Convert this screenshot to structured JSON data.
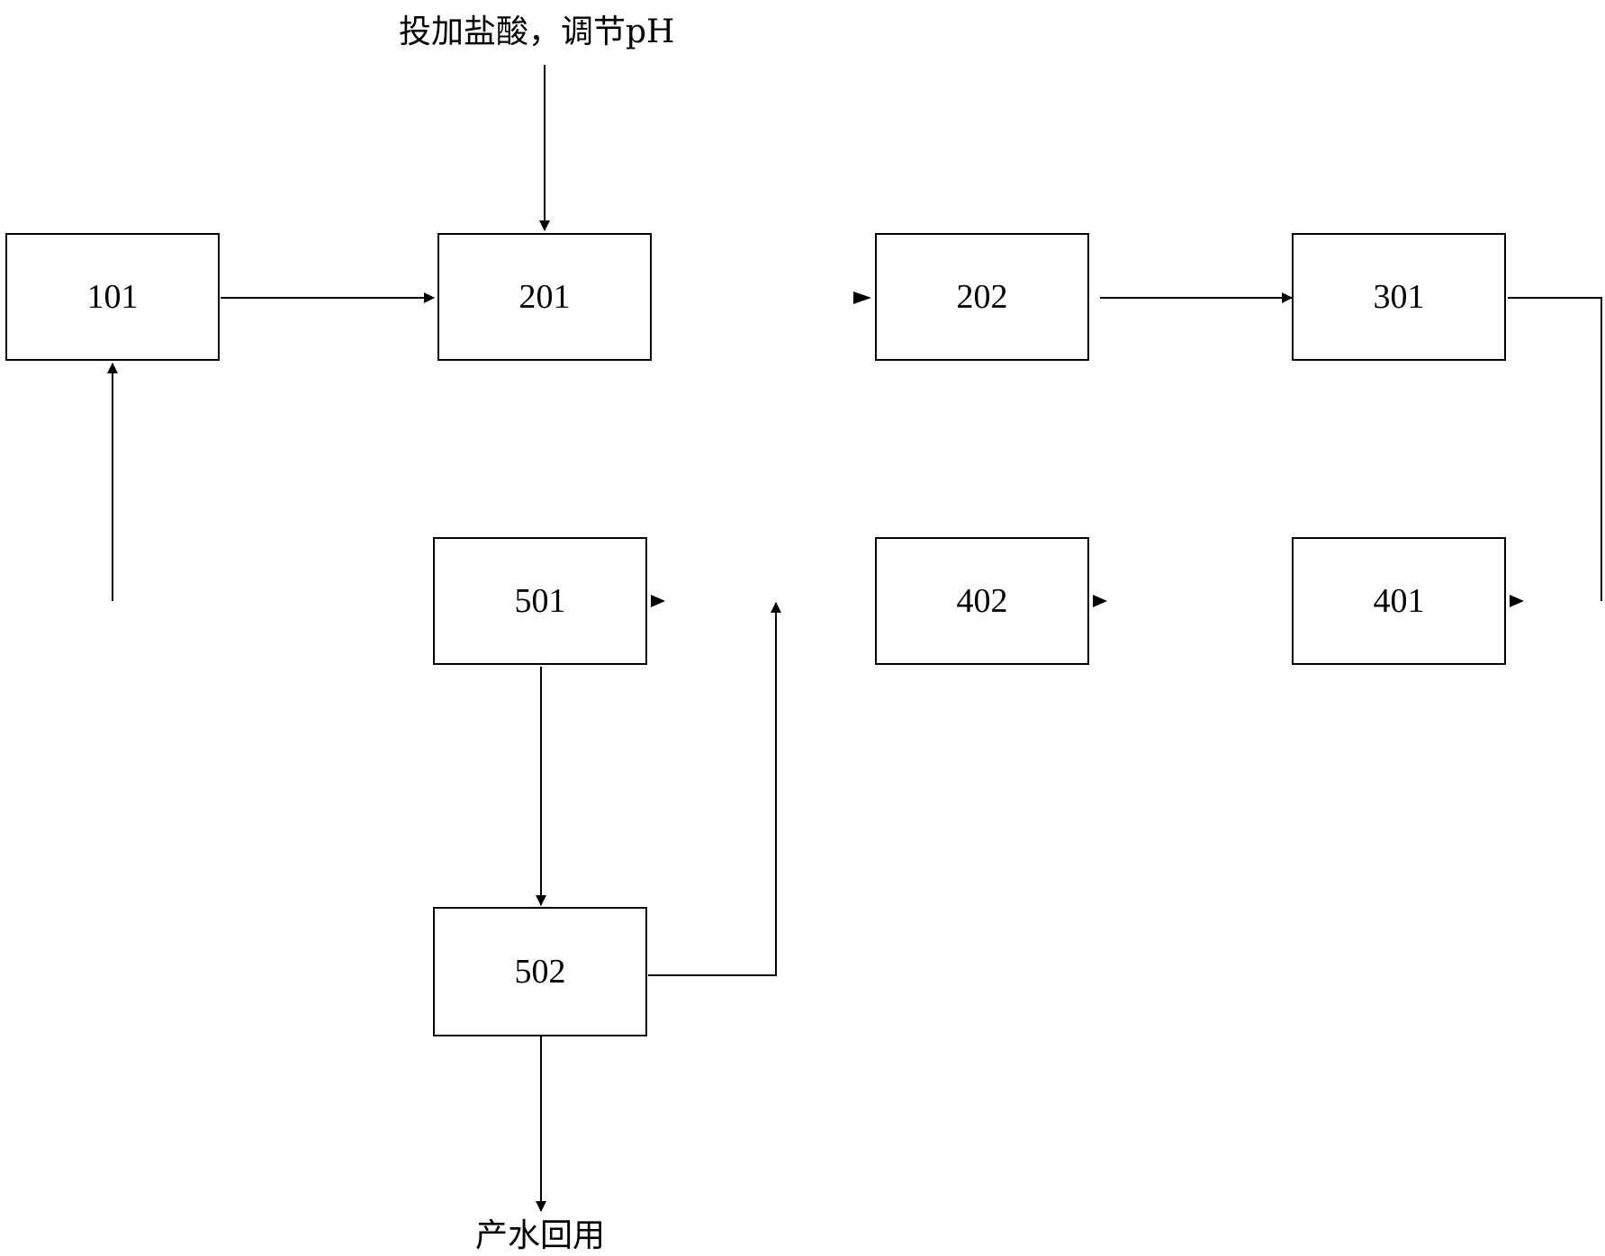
{
  "input_label": "投加盐酸，调节pH",
  "output_label": "产水回用",
  "boxes": {
    "b101": "101",
    "b201": "201",
    "b202": "202",
    "b301": "301",
    "b401": "401",
    "b402": "402",
    "b501": "501",
    "b502": "502"
  }
}
